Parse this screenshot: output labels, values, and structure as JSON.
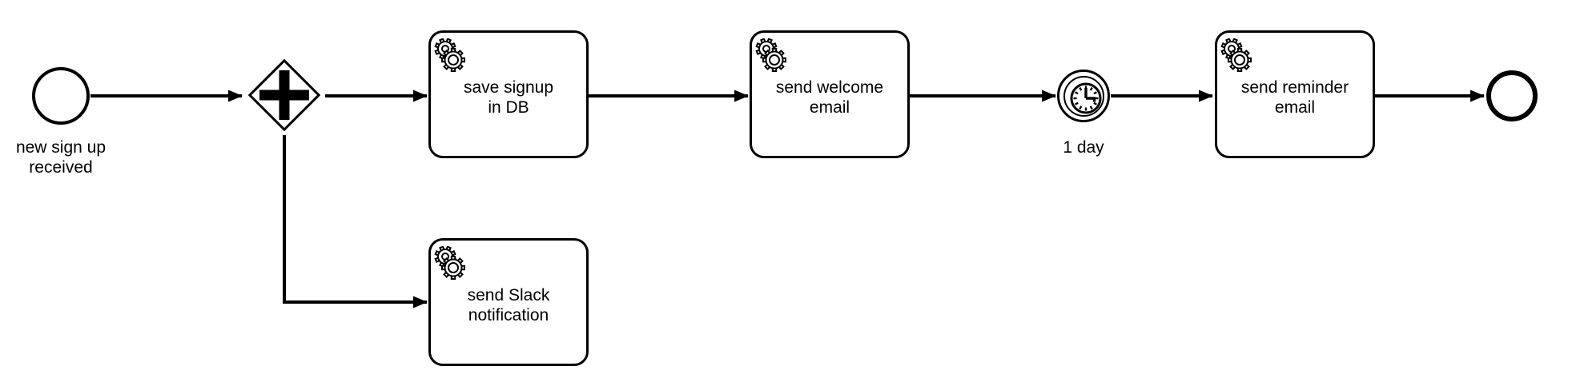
{
  "diagram": {
    "type": "bpmn-process",
    "colors": {
      "stroke": "#000000",
      "fill": "#ffffff",
      "text": "#000000"
    },
    "start_event": {
      "label": "new sign up\nreceived",
      "icon": "thin-circle"
    },
    "gateway": {
      "kind": "parallel-gateway",
      "symbol": "plus-cross"
    },
    "tasks": [
      {
        "id": "save-signup-db",
        "label": "save signup\nin DB",
        "icon": "service-gears-icon"
      },
      {
        "id": "send-welcome-email",
        "label": "send welcome\nemail",
        "icon": "service-gears-icon"
      },
      {
        "id": "send-reminder-email",
        "label": "send reminder\nemail",
        "icon": "service-gears-icon"
      },
      {
        "id": "send-slack-notification",
        "label": "send Slack\nnotification",
        "icon": "service-gears-icon"
      }
    ],
    "timer_event": {
      "label": "1 day",
      "icon": "timer-clock-icon"
    },
    "end_event": {
      "icon": "thick-circle"
    },
    "flows": [
      {
        "from": "start-event",
        "to": "parallel-gateway"
      },
      {
        "from": "parallel-gateway",
        "to": "save-signup-db"
      },
      {
        "from": "parallel-gateway",
        "to": "send-slack-notification"
      },
      {
        "from": "save-signup-db",
        "to": "send-welcome-email"
      },
      {
        "from": "send-welcome-email",
        "to": "timer-event"
      },
      {
        "from": "timer-event",
        "to": "send-reminder-email"
      },
      {
        "from": "send-reminder-email",
        "to": "end-event"
      }
    ]
  }
}
